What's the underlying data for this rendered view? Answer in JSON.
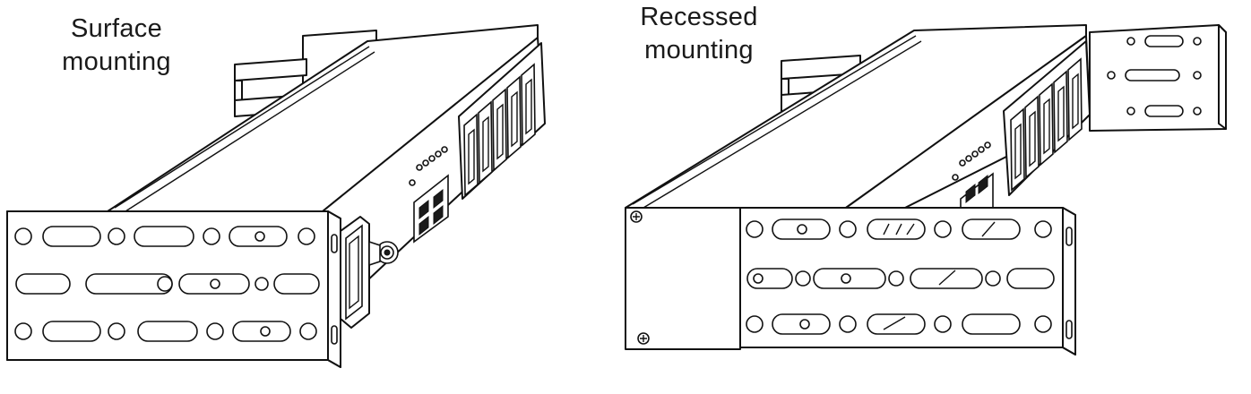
{
  "labels": {
    "surface": [
      "Surface",
      "mounting"
    ],
    "recessed": [
      "Recessed",
      "mounting"
    ]
  },
  "colors": {
    "line": "#111111",
    "background": "#ffffff"
  }
}
